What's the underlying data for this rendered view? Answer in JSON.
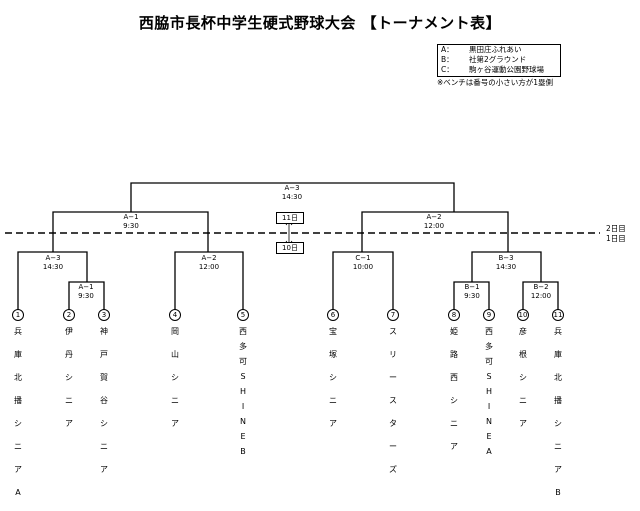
{
  "title": "西脇市長杯中学生硬式野球大会 【トーナメント表】",
  "legend": [
    {
      "key": "A：",
      "value": "黒田庄ふれあい"
    },
    {
      "key": "B：",
      "value": "社第2グラウンド"
    },
    {
      "key": "C：",
      "value": "駒ヶ谷運動公園野球場"
    }
  ],
  "note": "※ベンチは番号の小さい方が1塁側",
  "day_marker": {
    "upper": "11日",
    "lower": "10日"
  },
  "day_side": {
    "upper": "2日目",
    "lower": "1日目"
  },
  "matches": {
    "final": {
      "code": "A−3",
      "time": "14:30"
    },
    "semi1": {
      "code": "A−1",
      "time": "9:30"
    },
    "semi2": {
      "code": "A−2",
      "time": "12:00"
    },
    "qf1": {
      "code": "A−3",
      "time": "14:30"
    },
    "qf2": {
      "code": "A−2",
      "time": "12:00"
    },
    "qf3": {
      "code": "C−1",
      "time": "10:00"
    },
    "qf4": {
      "code": "B−3",
      "time": "14:30"
    },
    "r1a": {
      "code": "A−1",
      "time": "9:30"
    },
    "r1b": {
      "code": "B−1",
      "time": "9:30"
    },
    "r1c": {
      "code": "B−2",
      "time": "12:00"
    }
  },
  "teams": [
    {
      "num": "1",
      "name": "兵庫北播シニアA"
    },
    {
      "num": "2",
      "name": "伊丹シニア"
    },
    {
      "num": "3",
      "name": "神戸賀谷シニア"
    },
    {
      "num": "4",
      "name": "岡山シニア"
    },
    {
      "num": "5",
      "name": "西多可SHINEB"
    },
    {
      "num": "6",
      "name": "宝塚シニア"
    },
    {
      "num": "7",
      "name": "スリースターズ"
    },
    {
      "num": "8",
      "name": "姫路西シニア"
    },
    {
      "num": "9",
      "name": "西多可SHINEA"
    },
    {
      "num": "10",
      "name": "彦根シニア"
    },
    {
      "num": "11",
      "name": "兵庫北播シニアB"
    }
  ]
}
